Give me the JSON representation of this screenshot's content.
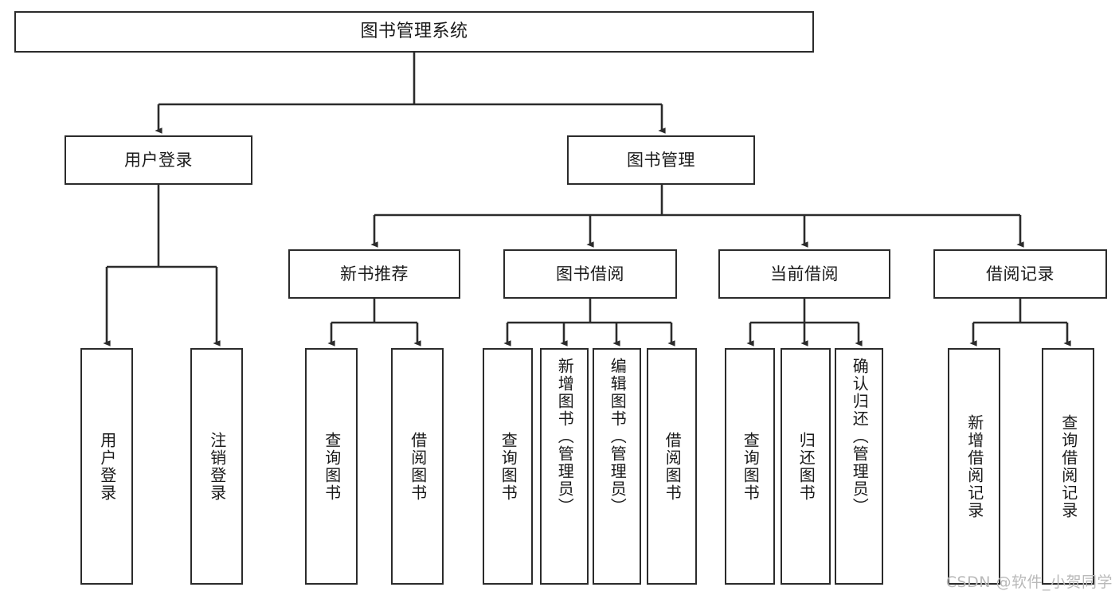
{
  "diagram": {
    "title": "图书管理系统",
    "type": "功能结构图",
    "watermark": "CSDN @软件_小贺同学",
    "style": {
      "border_color": "#2b2b2b",
      "fill_color": "#ffffff",
      "text_color": "#1a1a1a",
      "connector_color": "#2b2b2b",
      "watermark_color": "#b9b9b9"
    },
    "nodes": {
      "root": {
        "label": "图书管理系统"
      },
      "level2": [
        {
          "id": "user-login",
          "label": "用户登录"
        },
        {
          "id": "book-manage",
          "label": "图书管理"
        }
      ],
      "level3": [
        {
          "id": "new-book-recommend",
          "label": "新书推荐"
        },
        {
          "id": "book-borrow",
          "label": "图书借阅"
        },
        {
          "id": "current-borrow",
          "label": "当前借阅"
        },
        {
          "id": "borrow-record",
          "label": "借阅记录"
        }
      ],
      "leaves": {
        "user_login": [
          {
            "id": "leaf-user-login",
            "label": "用户登录"
          },
          {
            "id": "leaf-user-logout",
            "label": "注销登录"
          }
        ],
        "new_book_recommend": [
          {
            "id": "leaf-query-book-1",
            "label": "查询图书"
          },
          {
            "id": "leaf-borrow-book-1",
            "label": "借阅图书"
          }
        ],
        "book_borrow": [
          {
            "id": "leaf-query-book-2",
            "label": "查询图书"
          },
          {
            "id": "leaf-add-book",
            "label": "新增图书（管理员）"
          },
          {
            "id": "leaf-edit-book",
            "label": "编辑图书（管理员）"
          },
          {
            "id": "leaf-borrow-book-2",
            "label": "借阅图书"
          }
        ],
        "current_borrow": [
          {
            "id": "leaf-query-book-3",
            "label": "查询图书"
          },
          {
            "id": "leaf-return-book",
            "label": "归还图书"
          },
          {
            "id": "leaf-confirm-return",
            "label": "确认归还（管理员）"
          }
        ],
        "borrow_record": [
          {
            "id": "leaf-add-record",
            "label": "新增借阅记录"
          },
          {
            "id": "leaf-query-record",
            "label": "查询借阅记录"
          }
        ]
      }
    }
  }
}
